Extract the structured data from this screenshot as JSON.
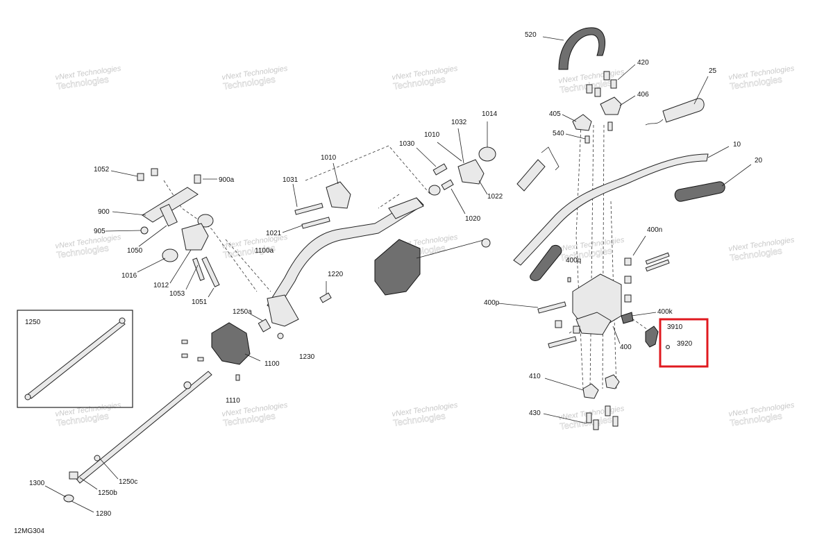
{
  "diagram": {
    "code": "12MG304",
    "labels": {
      "l520": "520",
      "l420": "420",
      "l25": "25",
      "l406": "406",
      "l405": "405",
      "l540": "540",
      "l10": "10",
      "l20": "20",
      "l1014": "1014",
      "l1032": "1032",
      "l1010a": "1010",
      "l1030": "1030",
      "l1010b": "1010",
      "l1031": "1031",
      "l1022": "1022",
      "l1020": "1020",
      "l1052": "1052",
      "l900a": "900a",
      "l900": "900",
      "l905": "905",
      "l1050": "1050",
      "l1016": "1016",
      "l1012": "1012",
      "l1053": "1053",
      "l1051": "1051",
      "l1021": "1021",
      "l1100a": "1100a",
      "l1220": "1220",
      "l1250a": "1250a",
      "l1230": "1230",
      "l1100": "1100",
      "l1110": "1110",
      "l1250": "1250",
      "l1250c": "1250c",
      "l1250b": "1250b",
      "l1300": "1300",
      "l1280": "1280",
      "l400n": "400n",
      "l400q": "400q",
      "l400p": "400p",
      "l400k": "400k",
      "l400": "400",
      "l3910": "3910",
      "l3920": "3920",
      "l410": "410",
      "l430": "430"
    },
    "watermark": {
      "line1": "vNext Technologies",
      "line2": "Technologies"
    },
    "colors": {
      "highlight": "#e0191f",
      "ink": "#222222"
    }
  }
}
